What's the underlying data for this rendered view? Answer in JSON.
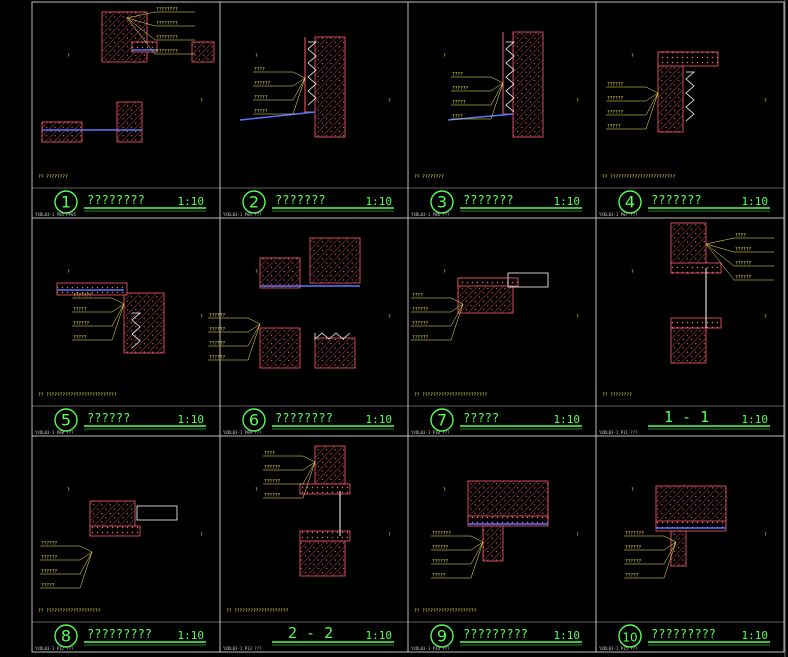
{
  "colors": {
    "background": "#000000",
    "frame": "#bdbdbd",
    "title_green": "#55ff55",
    "leader_yellow": "#ffee55",
    "wall_red": "#ff5a6e",
    "hatch_red": "#c84a5a",
    "membrane_blue": "#5a78ff",
    "zigzag_white": "#ffffff"
  },
  "panels": [
    {
      "num": "1",
      "title": "????????",
      "scale": "1:10",
      "ref": "YXDL03-1 P04 PP05",
      "note": "?? ????????",
      "callouts": [
        "????????",
        "????????",
        "????????",
        "????????"
      ]
    },
    {
      "num": "2",
      "title": "???????",
      "scale": "1:10",
      "ref": "YXDL03-1 P05 ???",
      "note": "",
      "callouts": [
        "????",
        "??????",
        "?????",
        "?????"
      ]
    },
    {
      "num": "3",
      "title": "???????",
      "scale": "1:10",
      "ref": "YXDL03-1 P06 ???",
      "note": "?? ????????",
      "callouts": [
        "????",
        "??????",
        "?????",
        "????"
      ]
    },
    {
      "num": "4",
      "title": "???????",
      "scale": "1:10",
      "ref": "YXDL03-1 P07 ???",
      "note": "?? ????????????????????????",
      "callouts": [
        "??????",
        "??????",
        "??????",
        "?????"
      ]
    },
    {
      "num": "5",
      "title": "??????",
      "scale": "1:10",
      "ref": "YXDL03-1 P08 ???",
      "note": "?? ??????????????????????????",
      "callouts": [
        "???????",
        "?????",
        "??????",
        "?????"
      ]
    },
    {
      "num": "6",
      "title": "????????",
      "scale": "1:10",
      "ref": "YXDL03-1 P09 ???",
      "note": "",
      "callouts": [
        "??????",
        "??????",
        "??????",
        "??????"
      ]
    },
    {
      "num": "7",
      "title": "?????",
      "scale": "1:10",
      "ref": "YXDL03-1 P10 ???",
      "note": "?? ????????????????????????",
      "callouts": [
        "????",
        "??????",
        "??????",
        "??????"
      ]
    },
    {
      "num": "",
      "title": "1 - 1",
      "scale": "1:10",
      "ref": "YXDL03-1 P11 ???",
      "note": "?? ????????",
      "callouts": [
        "????",
        "??????",
        "??????",
        "??????"
      ]
    },
    {
      "num": "8",
      "title": "?????????",
      "scale": "1:10",
      "ref": "YXDL03-1 P12 ???",
      "note": "?? ????????????????????",
      "callouts": [
        "??????",
        "??????",
        "??????",
        "?????"
      ]
    },
    {
      "num": "",
      "title": "2 - 2",
      "scale": "1:10",
      "ref": "YXDL03-1 P13 ???",
      "note": "?? ????????????????????",
      "callouts": [
        "????",
        "??????",
        "??????",
        "??????"
      ]
    },
    {
      "num": "9",
      "title": "?????????",
      "scale": "1:10",
      "ref": "YXDL03-1 P14 ???",
      "note": "?? ????????????????????",
      "callouts": [
        "???????",
        "??????",
        "??????",
        "?????"
      ]
    },
    {
      "num": "10",
      "title": "?????????",
      "scale": "1:10",
      "ref": "YXDL03-1 P15 ???",
      "note": "",
      "callouts": [
        "???????",
        "??????",
        "??????",
        "?????"
      ]
    }
  ]
}
